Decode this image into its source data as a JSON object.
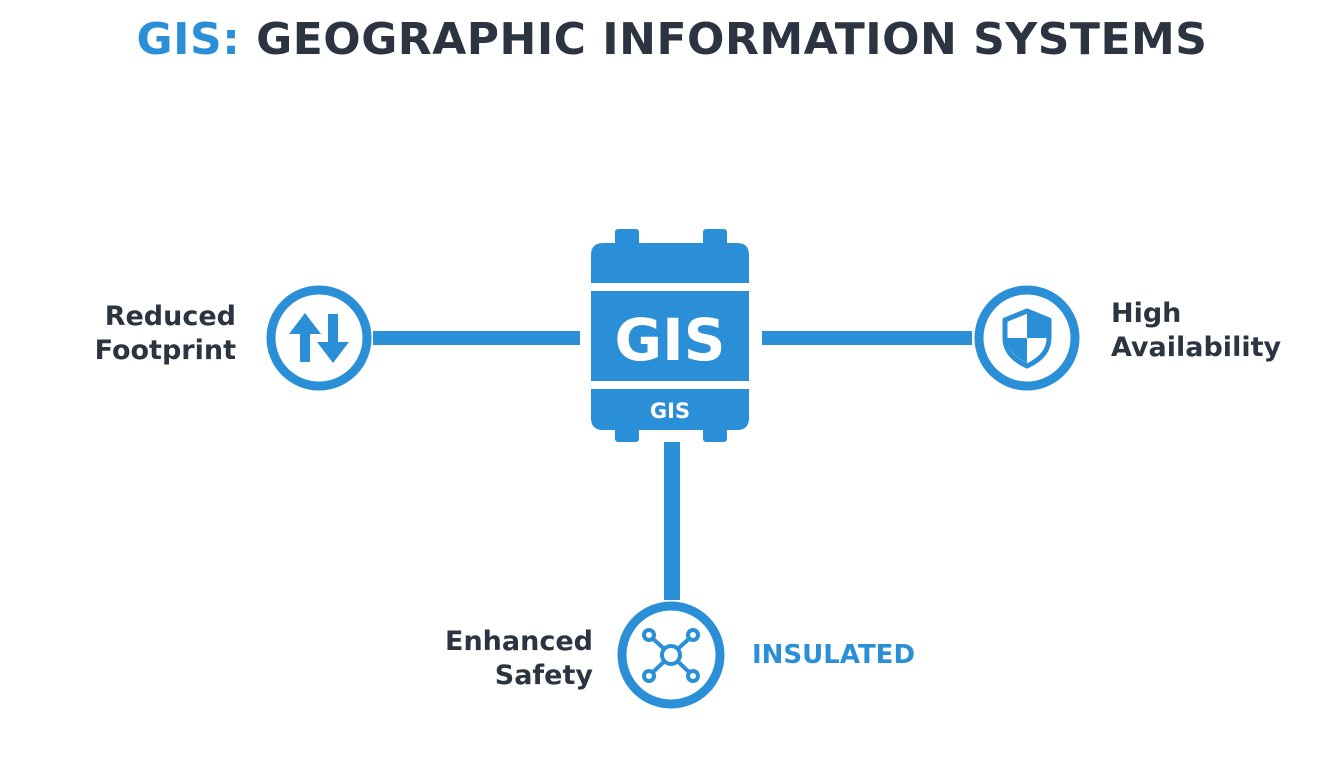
{
  "title": {
    "accent": "GIS:",
    "rest": " GEOGRAPHIC INFORMATION SYSTEMS"
  },
  "center_module": {
    "main_label": "GIS",
    "sub_label": "GIS"
  },
  "nodes": {
    "left": {
      "icon": "up-down-arrows-icon",
      "label_lines": [
        "Reduced",
        "Footprint"
      ]
    },
    "right": {
      "icon": "shield-icon",
      "label_lines": [
        "High",
        "Availability"
      ]
    },
    "bottom": {
      "icon": "network-hub-icon",
      "label_lines": [
        "Enhanced",
        "Safety"
      ],
      "side_label": "INSULATED"
    }
  },
  "colors": {
    "accent": "#2a8fd6",
    "text_dark": "#2b3440",
    "background": "#ffffff"
  }
}
